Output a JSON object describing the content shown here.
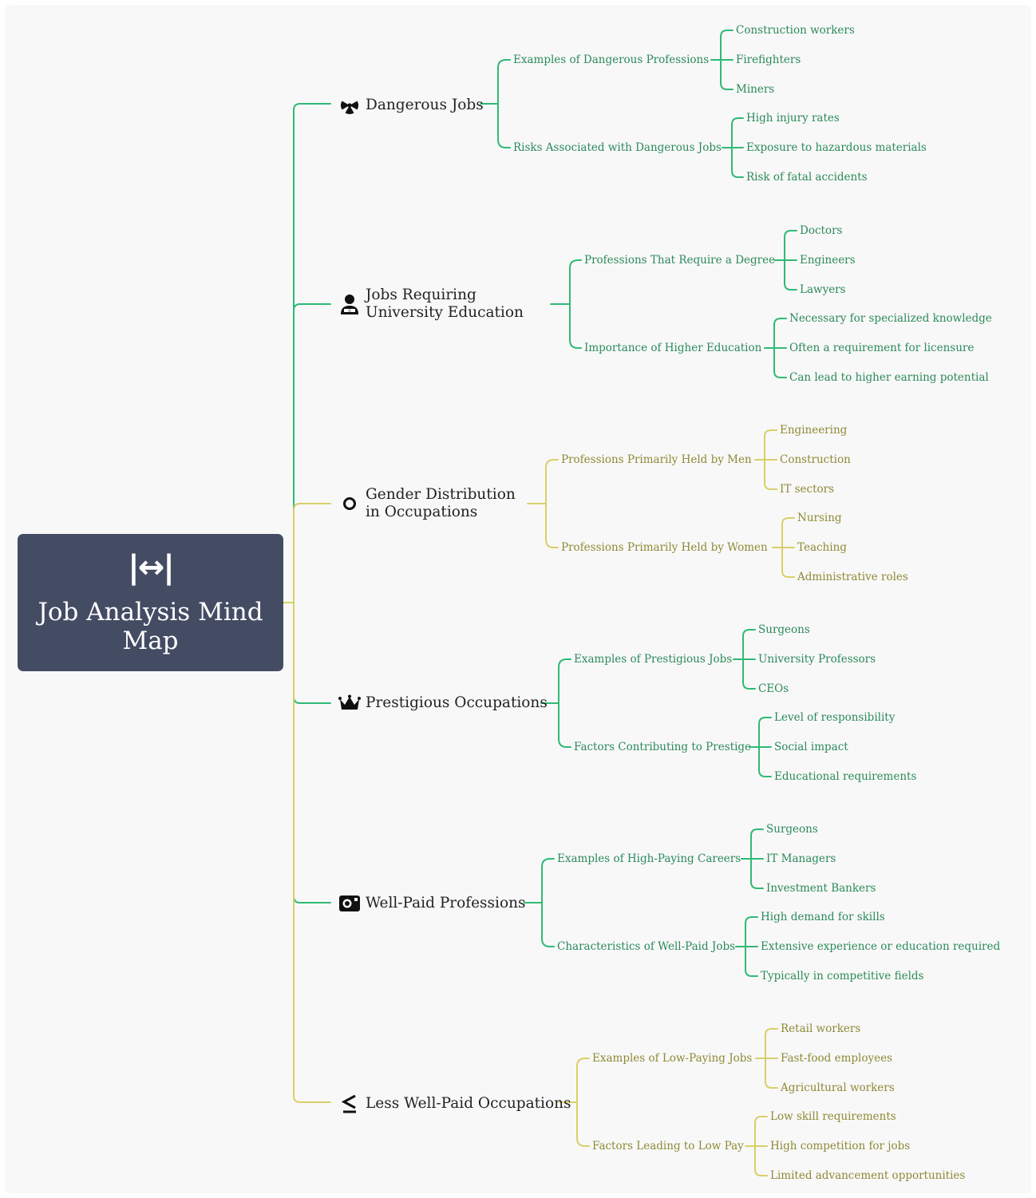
{
  "root": {
    "icon": "|↔|",
    "icon_name": "left-right-arrow-bar-icon",
    "title": "Job Analysis Mind Map"
  },
  "colors": {
    "root_bg": "#444c64",
    "green": "#2fba75",
    "yellow": "#d9cf6a",
    "text_dark": "#222222",
    "canvas": "#f9f8f8"
  },
  "branches": [
    {
      "label": "Dangerous Jobs",
      "icon": "radiation-icon",
      "color": "green",
      "children": [
        {
          "label": "Examples of Dangerous Professions",
          "items": [
            "Construction workers",
            "Firefighters",
            "Miners"
          ]
        },
        {
          "label": "Risks Associated with Dangerous Jobs",
          "items": [
            "High injury rates",
            "Exposure to hazardous materials",
            "Risk of fatal accidents"
          ]
        }
      ]
    },
    {
      "label": "Jobs Requiring University Education",
      "icon": "graduate-user-icon",
      "color": "green",
      "children": [
        {
          "label": "Professions That Require a Degree",
          "items": [
            "Doctors",
            "Engineers",
            "Lawyers"
          ]
        },
        {
          "label": "Importance of Higher Education",
          "items": [
            "Necessary for specialized knowledge",
            "Often a requirement for licensure",
            "Can lead to higher earning potential"
          ]
        }
      ]
    },
    {
      "label": "Gender Distribution in Occupations",
      "icon": "circle-icon",
      "color": "yellow",
      "children": [
        {
          "label": "Professions Primarily Held by Men",
          "items": [
            "Engineering",
            "Construction",
            "IT sectors"
          ]
        },
        {
          "label": "Professions Primarily Held by Women",
          "items": [
            "Nursing",
            "Teaching",
            "Administrative roles"
          ]
        }
      ]
    },
    {
      "label": "Prestigious Occupations",
      "icon": "crown-icon",
      "color": "green",
      "children": [
        {
          "label": "Examples of Prestigious Jobs",
          "items": [
            "Surgeons",
            "University Professors",
            "CEOs"
          ]
        },
        {
          "label": "Factors Contributing to Prestige",
          "items": [
            "Level of responsibility",
            "Social impact",
            "Educational requirements"
          ]
        }
      ]
    },
    {
      "label": "Well-Paid Professions",
      "icon": "money-bill-icon",
      "color": "green",
      "children": [
        {
          "label": "Examples of High-Paying Careers",
          "items": [
            "Surgeons",
            "IT Managers",
            "Investment Bankers"
          ]
        },
        {
          "label": "Characteristics of Well-Paid Jobs",
          "items": [
            "High demand for skills",
            "Extensive experience or education required",
            "Typically in competitive fields"
          ]
        }
      ]
    },
    {
      "label": "Less Well-Paid Occupations",
      "icon": "less-than-equal-icon",
      "color": "yellow",
      "children": [
        {
          "label": "Examples of Low-Paying Jobs",
          "items": [
            "Retail workers",
            "Fast-food employees",
            "Agricultural workers"
          ]
        },
        {
          "label": "Factors Leading to Low Pay",
          "items": [
            "Low skill requirements",
            "High competition for jobs",
            "Limited advancement opportunities"
          ]
        }
      ]
    }
  ]
}
